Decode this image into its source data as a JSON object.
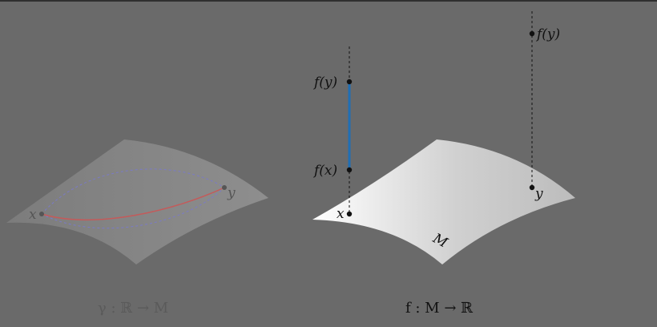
{
  "left_panel": {
    "point_x_label": "x",
    "point_y_label": "y",
    "caption": "γ : ℝ → M"
  },
  "right_panel": {
    "fx_label": "f(x)",
    "fy_label": "f(y)",
    "fy_label_right": "f(y)",
    "point_x_label": "x",
    "point_y_label": "y",
    "manifold_label": "M",
    "caption": "f : M → ℝ"
  },
  "colors": {
    "background": "#6a6a6a",
    "curve_red": "#c45a5a",
    "curve_blue_dashed": "#7a7ac8",
    "segment_blue": "#1f6fb5"
  }
}
